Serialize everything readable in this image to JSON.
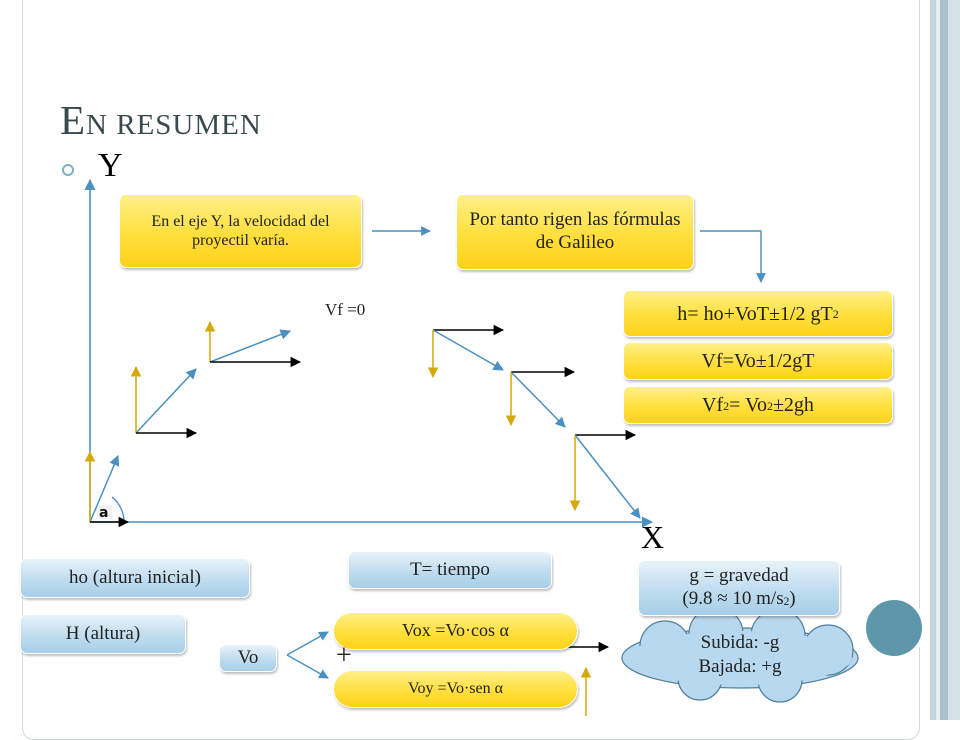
{
  "slide": {
    "title_first": "E",
    "title_rest": "N RESUMEN",
    "axis_y": "Y",
    "axis_x": "X",
    "angle_label": "a",
    "vf_label": "Vf =0"
  },
  "flow": {
    "box_y_text": "En el eje Y, la velocidad del proyectil varía.",
    "box_galileo_text": "Por tanto rigen las fórmulas de Galileo"
  },
  "formulas": {
    "f1_main": "h= ho+VoT±1/2 gT",
    "f1_exp": "2",
    "f2": "Vf=Vo±1/2gT",
    "f3_a": "Vf",
    "f3_a_exp": "2",
    "f3_b": " = Vo",
    "f3_b_exp": "2",
    "f3_c": " ±2gh"
  },
  "definitions": {
    "ho": "ho (altura inicial)",
    "H": "H (altura)",
    "T": "T= tiempo",
    "g_line1": "g = gravedad",
    "g_line2_a": "(9.8 ≈ 10 m/s",
    "g_line2_exp": "2",
    "g_line2_b": ")"
  },
  "velocity": {
    "vo": "Vo",
    "vox": "Vox =Vo·cos α",
    "voy": "Voy =Vo·sen α",
    "plus": "+"
  },
  "cloud": {
    "line1": "Subida: -g",
    "line2": "Bajada: +g"
  },
  "colors": {
    "axis": "#4a90c2",
    "arrow_yellow": "#d4a90a",
    "flow_arrow": "#4a90c2",
    "yellow_box": "#ffde38",
    "blue_box": "#b5d7ec"
  }
}
